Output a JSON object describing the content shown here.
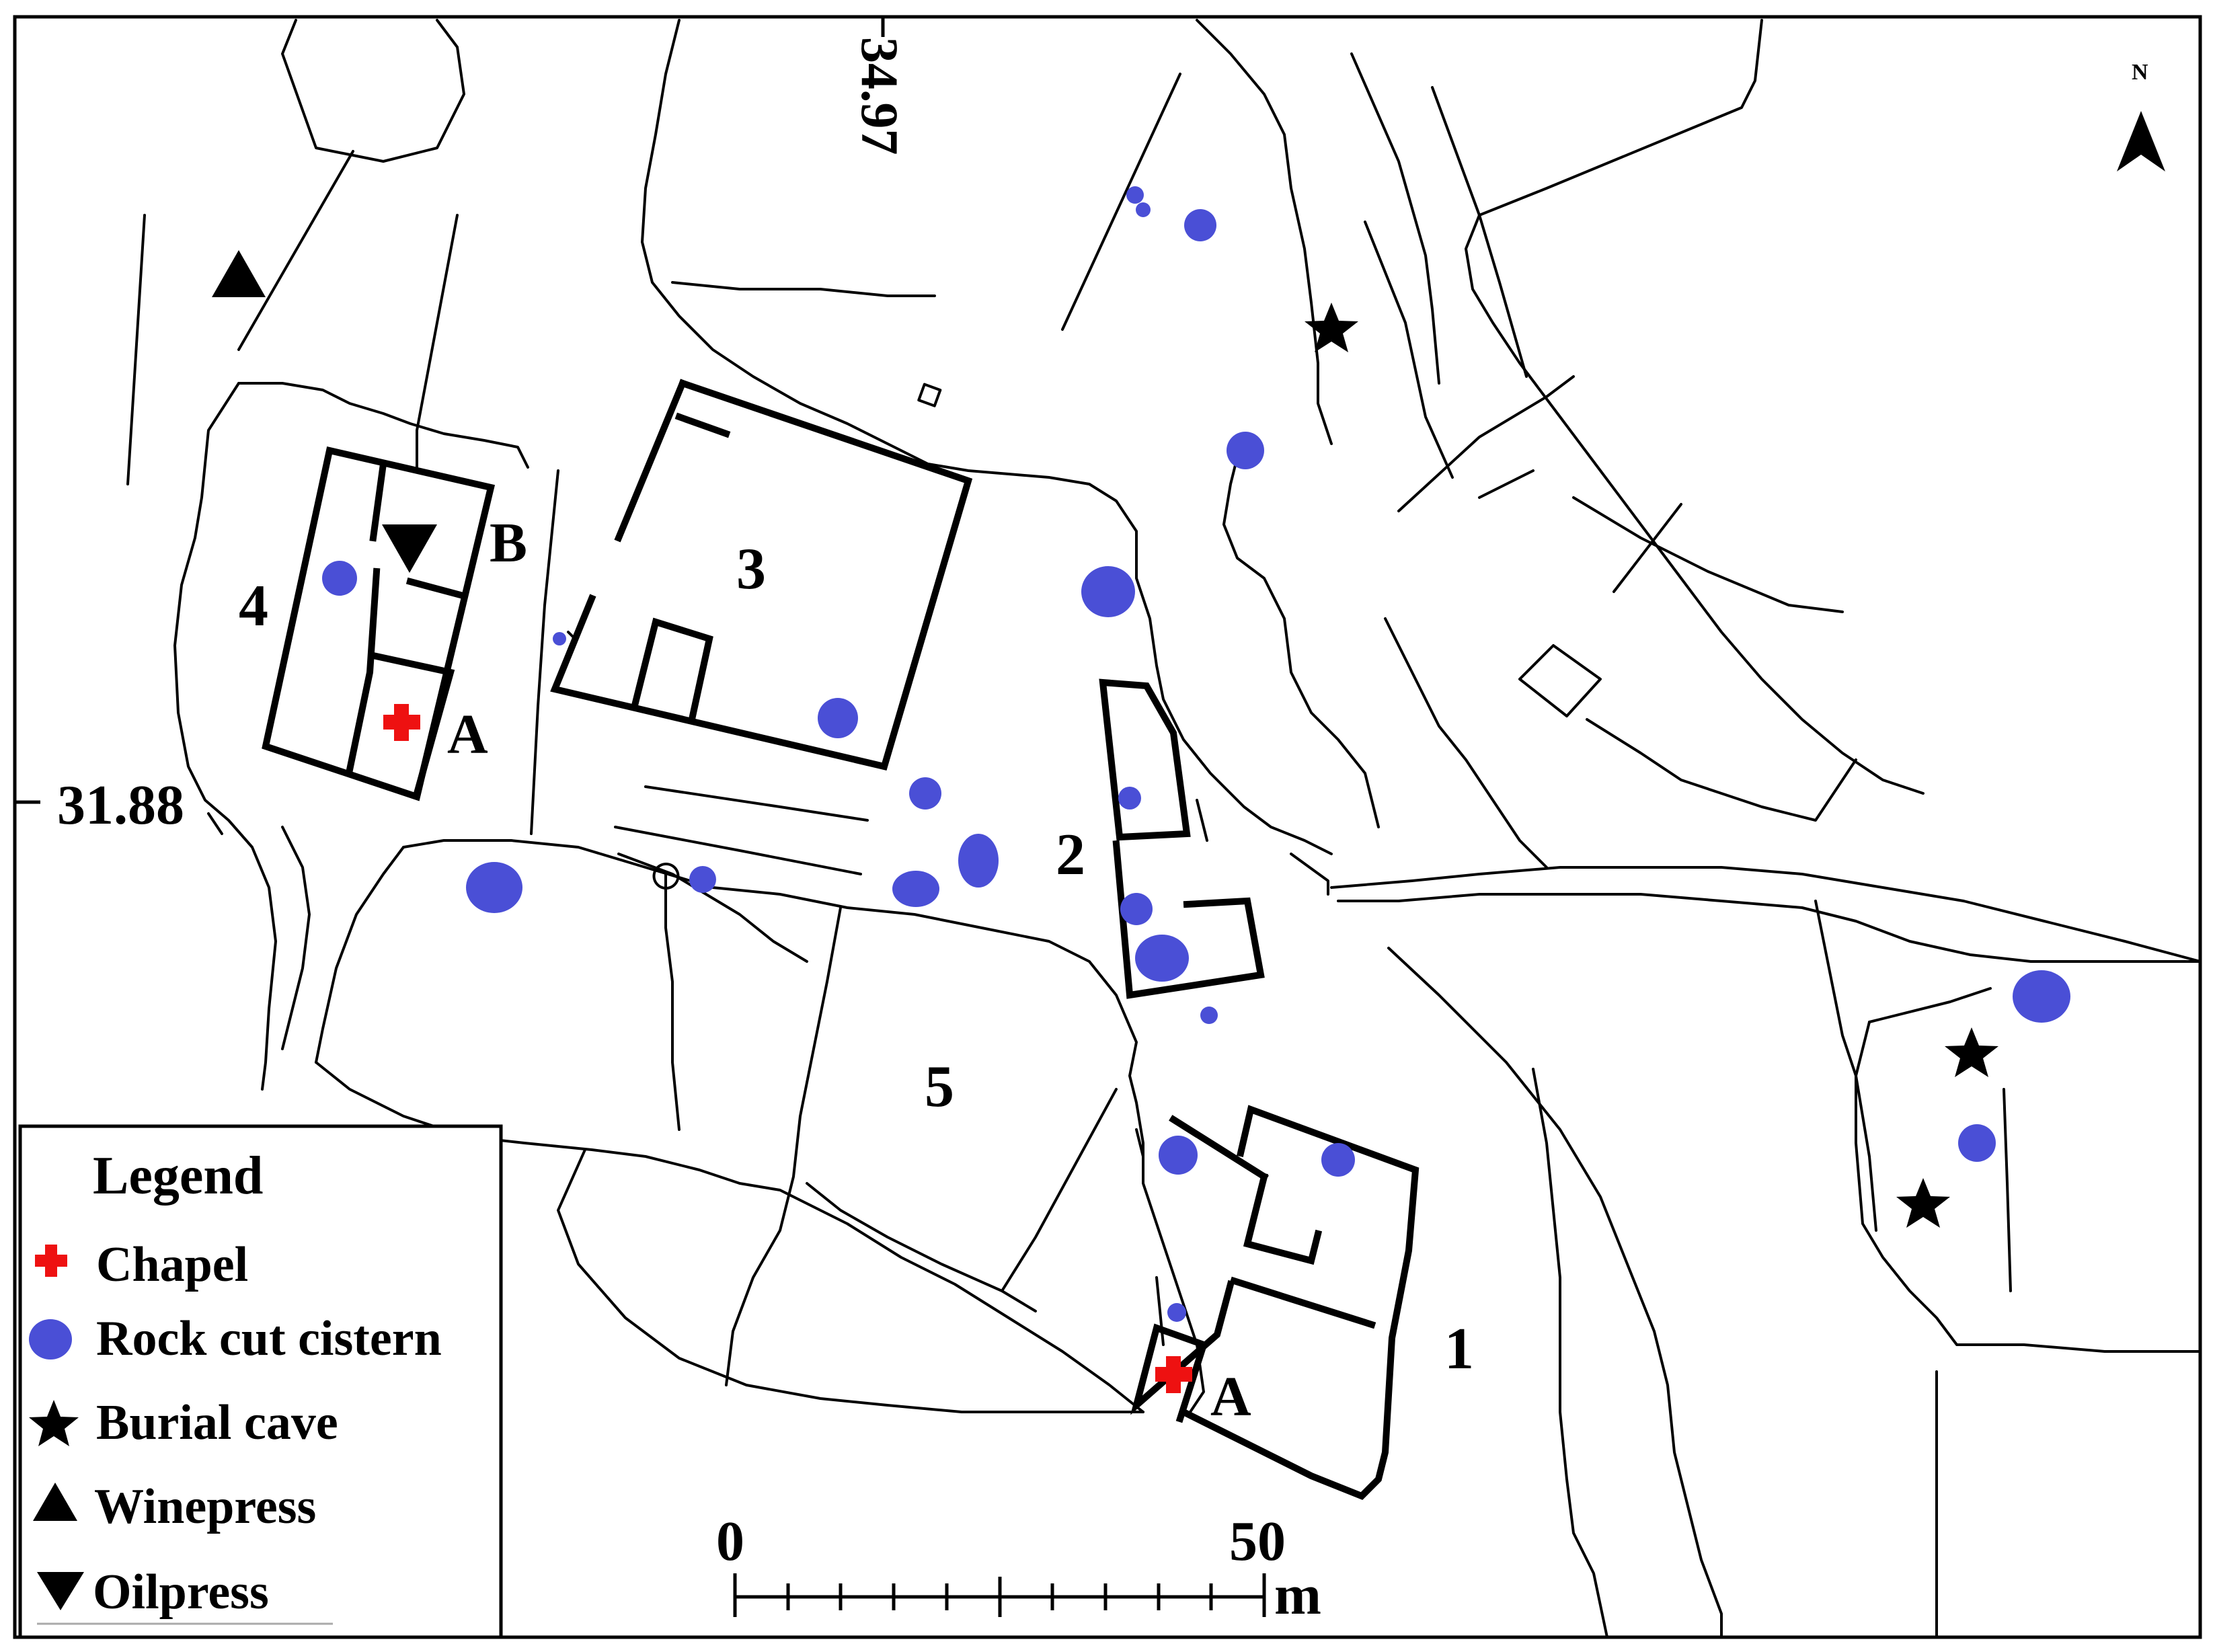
{
  "coordinates": {
    "vertical_grid_label": "34.97",
    "horizontal_grid_label": "31.88"
  },
  "north_arrow": {
    "label": "N"
  },
  "sites": [
    {
      "number": "1"
    },
    {
      "number": "2"
    },
    {
      "number": "3"
    },
    {
      "number": "4"
    },
    {
      "number": "5"
    }
  ],
  "sub_labels": {
    "site4_a": "A",
    "site4_b": "B",
    "site1_a": "A"
  },
  "legend": {
    "title": "Legend",
    "items": [
      {
        "icon": "chapel-icon",
        "label": "Chapel",
        "color": "#ee1111"
      },
      {
        "icon": "cistern-icon",
        "label": "Rock cut cistern",
        "color": "#4a4fd6"
      },
      {
        "icon": "star-icon",
        "label": "Burial cave",
        "color": "#000000"
      },
      {
        "icon": "triangle-up-icon",
        "label": "Winepress",
        "color": "#000000"
      },
      {
        "icon": "triangle-down-icon",
        "label": "Oilpress",
        "color": "#000000"
      }
    ]
  },
  "scale_bar": {
    "start_label": "0",
    "end_label": "50",
    "unit": "m"
  },
  "colors": {
    "cistern": "#4a4fd6",
    "chapel": "#ee1111",
    "ink": "#000000"
  }
}
